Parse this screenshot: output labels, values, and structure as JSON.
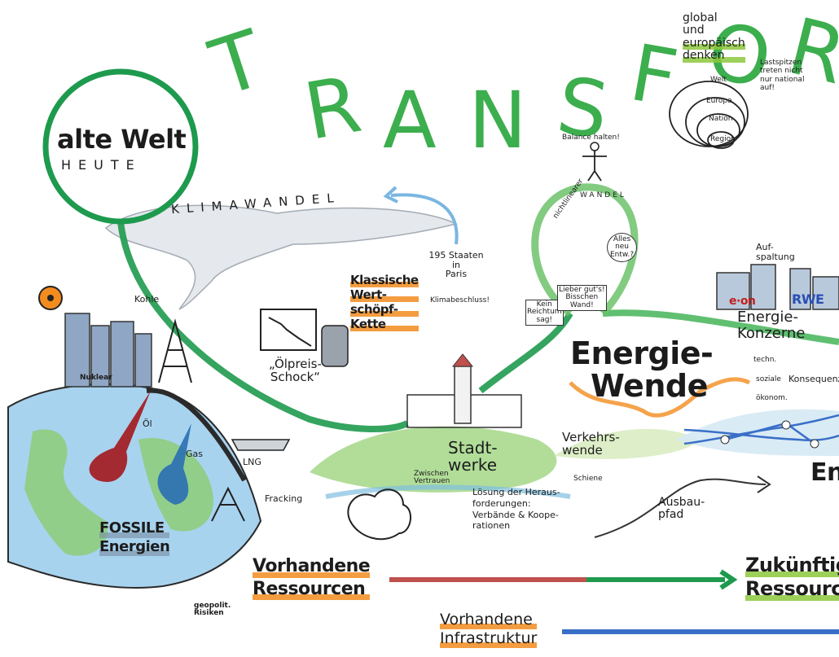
{
  "title": [
    "T",
    "R",
    "A",
    "N",
    "S",
    "F",
    "O",
    "R"
  ],
  "labels": {
    "alte_welt": "alte Welt",
    "heute": "HEUTE",
    "klimawandel": "KLIMAWANDEL",
    "paris_1": "195 Staaten",
    "paris_2": "in",
    "paris_3": "Paris",
    "paris_4": "Klimabeschluss!",
    "wertschoepf_1": "Klassische",
    "wertschoepf_2": "Wert-",
    "wertschoepf_3": "schöpf-",
    "wertschoepf_4": "Kette",
    "oelpreis_1": "„Ölpreis-",
    "oelpreis_2": "Schock“",
    "kohle": "Kohle",
    "nuklear": "Nuklear",
    "oel": "Öl",
    "gas": "Gas",
    "lng": "LNG",
    "fracking": "Fracking",
    "fossile_1": "FOSSILE",
    "fossile_2": "Energien",
    "vorh_ress_1": "Vorhandene",
    "vorh_ress_2": "Ressourcen",
    "geopolit_1": "geopolit.",
    "geopolit_2": "Risiken",
    "vorh_infra_1": "Vorhandene",
    "vorh_infra_2": "Infrastruktur",
    "stadtwerke_1": "Stadt-",
    "stadtwerke_2": "werke",
    "zwischen_1": "Zwischen",
    "zwischen_2": "Vertrauen",
    "loesung_1": "Lösung der Heraus-",
    "loesung_2": "forderungen:",
    "loesung_3": "Verbände & Koope-",
    "loesung_4": "rationen",
    "verkehr_1": "Verkehrs-",
    "verkehr_2": "wende",
    "schiene": "Schiene",
    "ausbau_1": "Ausbau-",
    "ausbau_2": "pfad",
    "energie_1": "Energie-",
    "energie_2": "Wende",
    "techn": "techn.",
    "sozial": "soziale",
    "oekonom": "ökonom.",
    "konsequenz": "Konsequenz",
    "balance": "Balance halten!",
    "nichtlinear_1": "nichtlinearer",
    "nichtlinear_2": "WANDEL",
    "sign_1": "Kein",
    "sign_2": "Reichtum",
    "sign_3": "sag!",
    "sign_b1": "Lieber gut's!",
    "sign_b2": "Bisschen",
    "sign_b3": "Wand!",
    "alles_1": "Alles",
    "alles_2": "neu",
    "alles_3": "Entw.?",
    "aufspaltung_1": "Auf-",
    "aufspaltung_2": "spaltung",
    "eon": "e·on",
    "rwe": "RWE",
    "konzerne_1": "Energie-",
    "konzerne_2": "Konzerne",
    "global_1": "global",
    "global_2": "und",
    "global_3": "europäisch",
    "global_4": "denken",
    "lastspitzen_1": "Lastspitzen",
    "lastspitzen_2": "treten nicht",
    "lastspitzen_3": "nur national",
    "lastspitzen_4": "auf!",
    "welt": "Welt",
    "europa": "Europa",
    "nation": "Nation",
    "region": "Region",
    "zukunft_1": "Zukünftig",
    "zukunft_2": "Ressourcen",
    "en_partial": "En"
  },
  "colors": {
    "title_green": "#3cae4e",
    "arc_green": "#1e9a4e",
    "highlight_orange": "#f28c1e",
    "highlight_green": "#8cc83c",
    "sea_blue": "#6aaed6",
    "land_green": "#7cc070",
    "oil_red": "#a3171c",
    "gas_blue": "#2a6fb2",
    "infra_blue": "#3a6fc8",
    "arrow_red": "#c0504d"
  }
}
